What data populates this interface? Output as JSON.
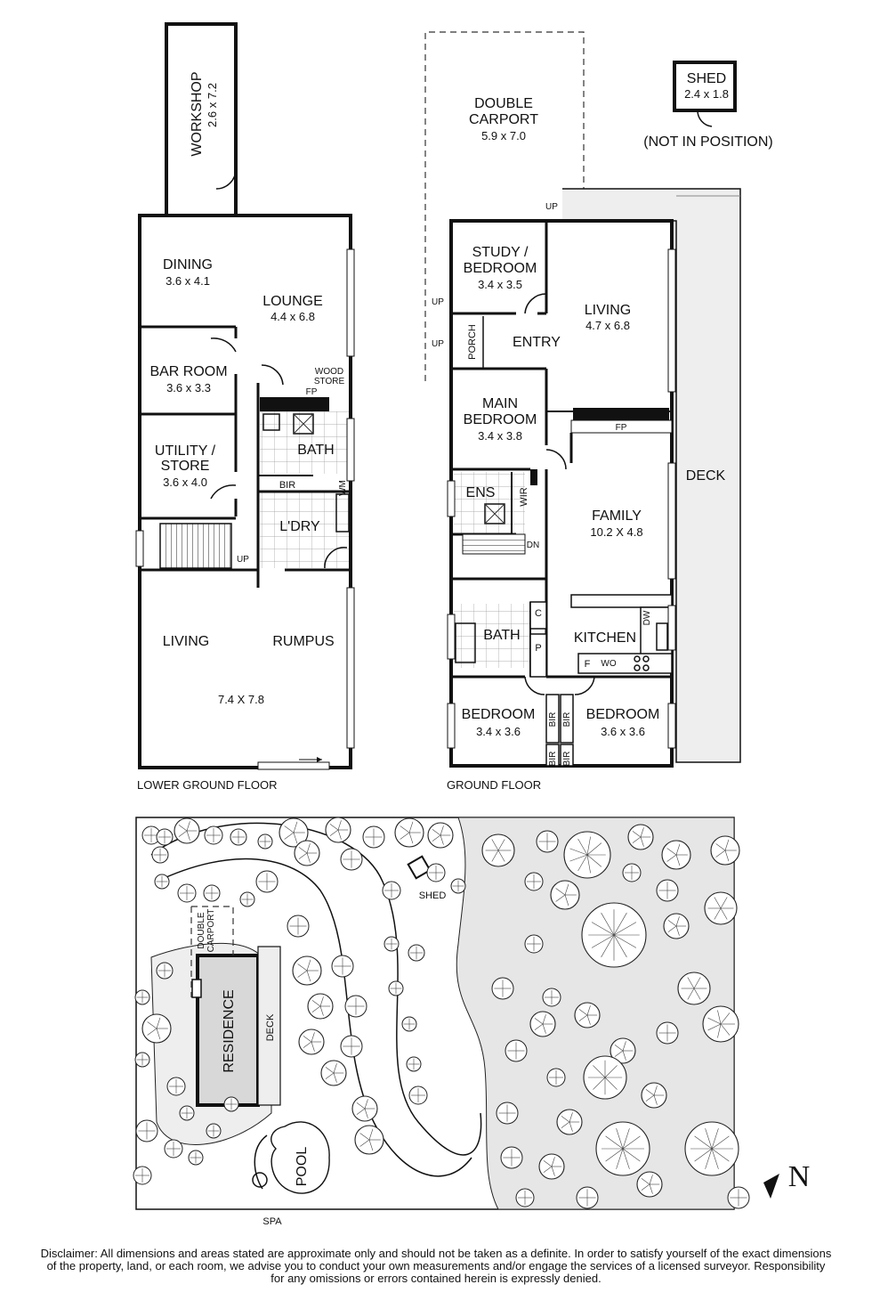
{
  "lower": {
    "title": "LOWER GROUND FLOOR",
    "workshop": {
      "name": "WORKSHOP",
      "dim": "2.6 x 7.2"
    },
    "dining": {
      "name": "DINING",
      "dim": "3.6 x 4.1"
    },
    "lounge": {
      "name": "LOUNGE",
      "dim": "4.4 x 6.8"
    },
    "bar": {
      "name": "BAR ROOM",
      "dim": "3.6 x 3.3"
    },
    "wood1": "WOOD",
    "wood2": "STORE",
    "fp": "FP",
    "bath": "BATH",
    "bir": "BIR",
    "wm": "WM",
    "utility1": "UTILITY /",
    "utility2": "STORE",
    "utility_dim": "3.6 x 4.0",
    "laundry": "L'DRY",
    "up": "UP",
    "living": "LIVING",
    "rumpus": "RUMPUS",
    "living_dim": "7.4 X 7.8"
  },
  "ground": {
    "title": "GROUND FLOOR",
    "carport1": "DOUBLE",
    "carport2": "CARPORT",
    "carport_dim": "5.9 x 7.0",
    "shed": {
      "name": "SHED",
      "dim": "2.4 x 1.8"
    },
    "not_in_position": "(NOT IN POSITION)",
    "up": "UP",
    "study1": "STUDY /",
    "study2": "BEDROOM",
    "study_dim": "3.4 x 3.5",
    "living": {
      "name": "LIVING",
      "dim": "4.7 x 6.8"
    },
    "porch": "PORCH",
    "entry": "ENTRY",
    "main1": "MAIN",
    "main2": "BEDROOM",
    "main_dim": "3.4 x 3.8",
    "fp": "FP",
    "deck": "DECK",
    "ens": "ENS",
    "wir": "WIR",
    "dn": "DN",
    "family": {
      "name": "FAMILY",
      "dim": "10.2 X 4.8"
    },
    "c": "C",
    "p": "P",
    "bath": "BATH",
    "kitchen": "KITCHEN",
    "dw": "DW",
    "f": "F",
    "wo": "WO",
    "bed1": {
      "name": "BEDROOM",
      "dim": "3.4 x 3.6"
    },
    "bed2": {
      "name": "BEDROOM",
      "dim": "3.6 x 3.6"
    },
    "bir": "BIR"
  },
  "site": {
    "shed": "SHED",
    "carport1": "DOUBLE",
    "carport2": "CARPORT",
    "residence": "RESIDENCE",
    "deck": "DECK",
    "pool": "POOL",
    "spa": "SPA",
    "north": "N"
  },
  "disclaimer": [
    "Disclaimer: All dimensions and areas stated are approximate only and should not be taken as a definite. In order to satisfy yourself of the exact dimensions",
    "of the property, land, or each room, we advise you to conduct your own measurements and/or engage the services of a licensed surveyor. Responsibility",
    "for any omissions or errors contained herein is expressly denied."
  ]
}
